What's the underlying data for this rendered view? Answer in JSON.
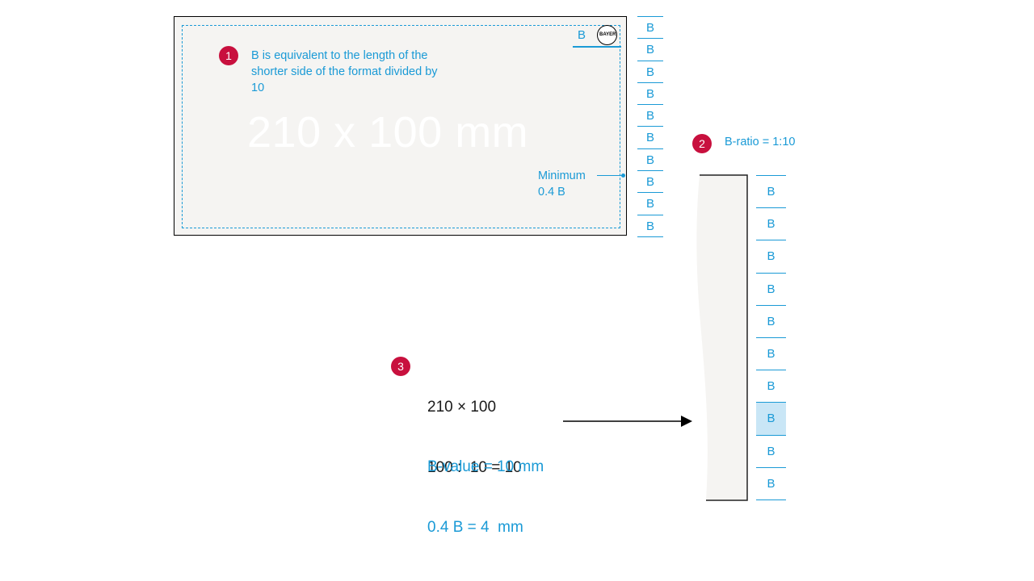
{
  "format_box": {
    "note_1": "B is equivalent to the length of the shorter side of the format divided by  10",
    "format_size": "210 x 100 mm",
    "minimum_label_line1": "Minimum",
    "minimum_label_line2": "0.4 B",
    "corner_unit": "B",
    "logo_text_horizontal": "BAYER",
    "logo_text_vertical": "BAYER"
  },
  "markers": {
    "step_1": "1",
    "step_2": "2",
    "step_3": "3"
  },
  "scale_small": {
    "units": [
      "B",
      "B",
      "B",
      "B",
      "B",
      "B",
      "B",
      "B",
      "B",
      "B"
    ]
  },
  "ratio": {
    "label": "B-ratio = 1:10"
  },
  "scale_large": {
    "units": [
      "B",
      "B",
      "B",
      "B",
      "B",
      "B",
      "B",
      "B",
      "B",
      "B"
    ],
    "highlighted_index": 7
  },
  "calculation": {
    "line1": "210 × 100",
    "line2": "100 :  10 = 10",
    "b_value": "B-value = 10 mm",
    "min_value": "0.4 B = 4  mm"
  },
  "colors": {
    "accent_blue": "#1a9ad6",
    "badge_red": "#c8103e",
    "panel_grey": "#f5f4f2",
    "highlight_blue": "#c9e6f6"
  }
}
